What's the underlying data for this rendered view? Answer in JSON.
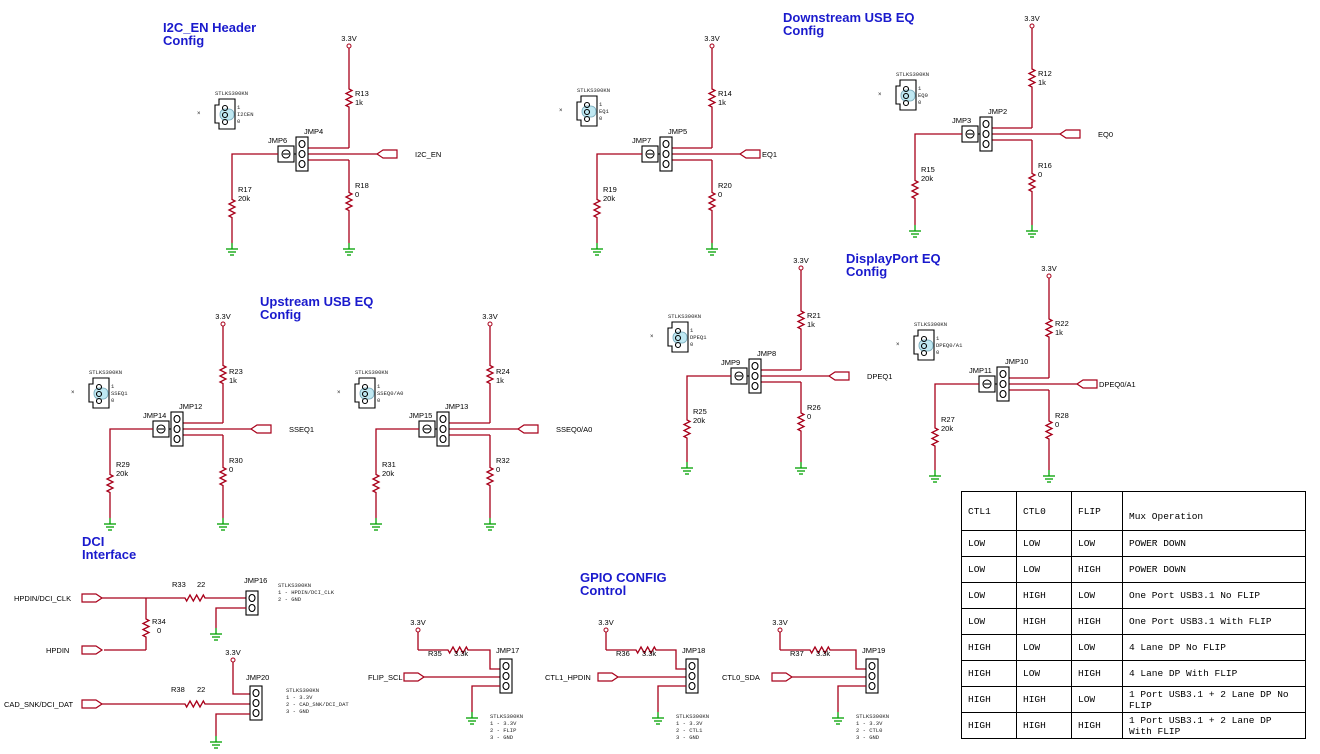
{
  "sections": {
    "i2c": [
      "I2C_EN Header",
      "Config"
    ],
    "ds": [
      "Downstream USB EQ",
      "Config"
    ],
    "us": [
      "Upstream USB EQ",
      "Config"
    ],
    "dp": [
      "DisplayPort EQ",
      "Config"
    ],
    "dci": [
      "DCI",
      "Interface"
    ],
    "gpio": [
      "GPIO CONFIG",
      "Control"
    ]
  },
  "power": "3.3V",
  "sttl": "STLKS300KN",
  "blocks": [
    {
      "jmpA": "JMP6",
      "jmpB": "JMP4",
      "rt": "R13",
      "rtv": "1k",
      "rb": "R18",
      "rbv": "0",
      "rl": "R17",
      "rlv": "20k",
      "net": "I2C_EN",
      "hdr": [
        "1",
        "I2CEN",
        "0"
      ]
    },
    {
      "jmpA": "JMP7",
      "jmpB": "JMP5",
      "rt": "R14",
      "rtv": "1k",
      "rb": "R20",
      "rbv": "0",
      "rl": "R19",
      "rlv": "20k",
      "net": "EQ1",
      "hdr": [
        "1",
        "EQ1",
        "0"
      ]
    },
    {
      "jmpA": "JMP3",
      "jmpB": "JMP2",
      "rt": "R12",
      "rtv": "1k",
      "rb": "R16",
      "rbv": "0",
      "rl": "R15",
      "rlv": "20k",
      "net": "EQ0",
      "hdr": [
        "1",
        "EQ0",
        "0"
      ]
    },
    {
      "jmpA": "JMP14",
      "jmpB": "JMP12",
      "rt": "R23",
      "rtv": "1k",
      "rb": "R30",
      "rbv": "0",
      "rl": "R29",
      "rlv": "20k",
      "net": "SSEQ1",
      "hdr": [
        "1",
        "SSEQ1",
        "0"
      ]
    },
    {
      "jmpA": "JMP15",
      "jmpB": "JMP13",
      "rt": "R24",
      "rtv": "1k",
      "rb": "R32",
      "rbv": "0",
      "rl": "R31",
      "rlv": "20k",
      "net": "SSEQ0/A0",
      "hdr": [
        "1",
        "SSEQ0/A0",
        "0"
      ]
    },
    {
      "jmpA": "JMP9",
      "jmpB": "JMP8",
      "rt": "R21",
      "rtv": "1k",
      "rb": "R26",
      "rbv": "0",
      "rl": "R25",
      "rlv": "20k",
      "net": "DPEQ1",
      "hdr": [
        "1",
        "DPEQ1",
        "0"
      ]
    },
    {
      "jmpA": "JMP11",
      "jmpB": "JMP10",
      "rt": "R22",
      "rtv": "1k",
      "rb": "R28",
      "rbv": "0",
      "rl": "R27",
      "rlv": "20k",
      "net": "DPEQ0/A1",
      "hdr": [
        "1",
        "DPEQ0/A1",
        "0"
      ]
    }
  ],
  "dci": {
    "clk_net": "HPDIN/DCI_CLK",
    "r33": "R33",
    "r33v": "22",
    "jmp16": "JMP16",
    "jmp16_notes": [
      "1 - HPDIN/DCI_CLK",
      "2 - GND"
    ],
    "r34": "R34",
    "r34v": "0",
    "hpdin": "HPDIN",
    "dat_net": "CAD_SNK/DCI_DAT",
    "r38": "R38",
    "r38v": "22",
    "jmp20": "JMP20",
    "jmp20_notes": [
      "1 - 3.3V",
      "2 - CAD_SNK/DCI_DAT",
      "3 - GND"
    ]
  },
  "gpio": [
    {
      "net": "FLIP_SCL",
      "r": "R35",
      "rv": "3.3k",
      "jmp": "JMP17",
      "notes": [
        "1 - 3.3V",
        "2 - FLIP",
        "3 - GND"
      ]
    },
    {
      "net": "CTL1_HPDIN",
      "r": "R36",
      "rv": "3.3k",
      "jmp": "JMP18",
      "notes": [
        "1 - 3.3V",
        "2 - CTL1",
        "3 - GND"
      ]
    },
    {
      "net": "CTL0_SDA",
      "r": "R37",
      "rv": "3.3k",
      "jmp": "JMP19",
      "notes": [
        "1 - 3.3V",
        "2 - CTL0",
        "3 - GND"
      ]
    }
  ],
  "table": {
    "headers": [
      "CTL1",
      "CTL0",
      "FLIP",
      "Mux Operation"
    ],
    "rows": [
      [
        "LOW",
        "LOW",
        "LOW",
        "POWER DOWN"
      ],
      [
        "LOW",
        "LOW",
        "HIGH",
        "POWER DOWN"
      ],
      [
        "LOW",
        "HIGH",
        "LOW",
        "One Port USB3.1 No FLIP"
      ],
      [
        "LOW",
        "HIGH",
        "HIGH",
        "One Port USB3.1 With FLIP"
      ],
      [
        "HIGH",
        "LOW",
        "LOW",
        "4 Lane DP No FLIP"
      ],
      [
        "HIGH",
        "LOW",
        "HIGH",
        "4 Lane DP With FLIP"
      ],
      [
        "HIGH",
        "HIGH",
        "LOW",
        "1 Port USB3.1 + 2 Lane DP No FLIP"
      ],
      [
        "HIGH",
        "HIGH",
        "HIGH",
        "1 Port USB3.1 + 2 Lane DP With FLIP"
      ]
    ]
  }
}
